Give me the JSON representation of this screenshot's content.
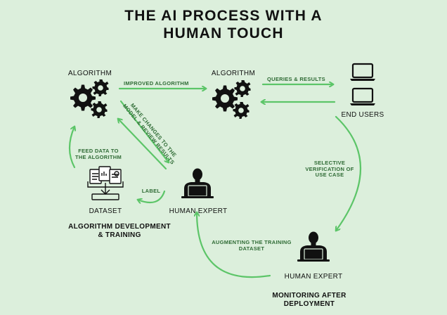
{
  "title": {
    "line1": "THE AI PROCESS WITH A",
    "line2": "HUMAN TOUCH"
  },
  "nodes": {
    "algorithm_left": "ALGORITHM",
    "algorithm_right": "ALGORITHM",
    "end_users": "END USERS",
    "dataset": "DATASET",
    "human_expert_left": "HUMAN EXPERT",
    "human_expert_right": "HUMAN EXPERT"
  },
  "edges": {
    "improved_algorithm": "IMPROVED ALGORITHM",
    "queries_results": "QUERIES & RESULTS",
    "make_changes_line1": "MAKE CHANGES TO THE",
    "make_changes_line2": "MODEL & REVIEW RESULTS",
    "feed_data_line1": "FEED DATA TO",
    "feed_data_line2": "THE ALGORITHM",
    "label": "LABEL",
    "selective_line1": "SELECTIVE",
    "selective_line2": "VERIFICATION OF",
    "selective_line3": "USE CASE",
    "augmenting_line1": "AUGMENTING THE TRAINING",
    "augmenting_line2": "DATASET"
  },
  "sections": {
    "dev_line1": "ALGORITHM DEVELOPMENT",
    "dev_line2": "& TRAINING",
    "mon_line1": "MONITORING AFTER",
    "mon_line2": "DEPLOYMENT"
  },
  "colors": {
    "background": "#dcefdc",
    "arrow": "#5cc568",
    "icon": "#111111"
  }
}
